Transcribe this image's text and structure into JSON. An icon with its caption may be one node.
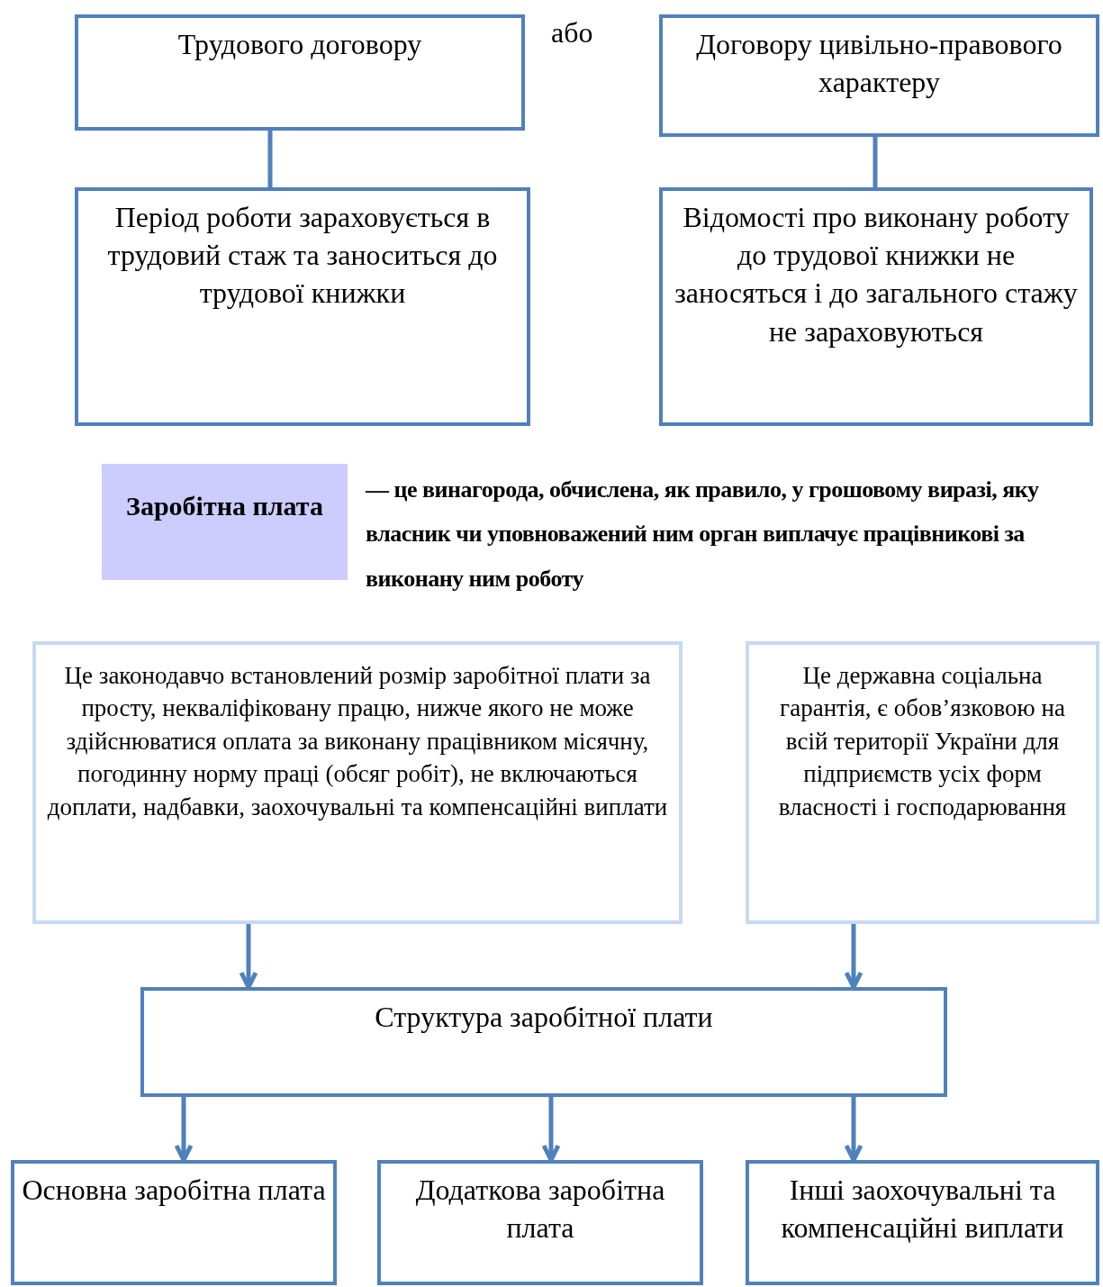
{
  "diagram": {
    "nodes": [
      {
        "text": [
          "Трудового договору"
        ]
      },
      {
        "text": [
          "Договору цивільно-правового характеру"
        ]
      },
      {
        "text": [
          "Період роботи зараховується в трудовий стаж та заноситься до трудової книжки"
        ]
      },
      {
        "text": [
          "Відомості про виконану роботу до трудової книжки не заносяться і до загального стажу не зараховуються"
        ]
      },
      {
        "text": [
          "Заробітна плата"
        ],
        "beside": [
          "— це винагорода, обчислена, як правило, у грошовому виразі, яку власник чи уповноважений ним орган виплачує працівникові за виконану ним роботу"
        ]
      },
      {
        "text": [
          "Це законодавчо встановлений розмір заробітної плати за просту, некваліфіковану працю, нижче якого не може здійснюватися оплата за виконану працівником місячну, погодинну норму праці (обсяг робіт), не включаються доплати, надбавки, заохочувальні та компенсаційні виплати"
        ]
      },
      {
        "text": [
          "Це державна соціальна гарантія, є обов’язковою на всій території України для підприємств усіх форм власності і господарювання"
        ]
      },
      {
        "text": [
          "Структура заробітної плати"
        ]
      },
      {
        "text": [
          "Основна заробітна плата"
        ]
      },
      {
        "text": [
          "Додаткова заробітна плата"
        ]
      },
      {
        "text": [
          "Інші заохочувальні та компенсаційні виплати"
        ]
      }
    ],
    "edges": [
      {
        "from": 0,
        "to": 2,
        "arrow": "none"
      },
      {
        "from": 1,
        "to": 3,
        "arrow": "none"
      },
      {
        "from": 5,
        "to": 7,
        "arrow": "to"
      },
      {
        "from": 6,
        "to": 7,
        "arrow": "to"
      },
      {
        "from": 7,
        "to": 8,
        "arrow": "to"
      },
      {
        "from": 7,
        "to": 9,
        "arrow": "to"
      },
      {
        "from": 7,
        "to": 10,
        "arrow": "to"
      }
    ],
    "labels": [
      "або"
    ]
  }
}
